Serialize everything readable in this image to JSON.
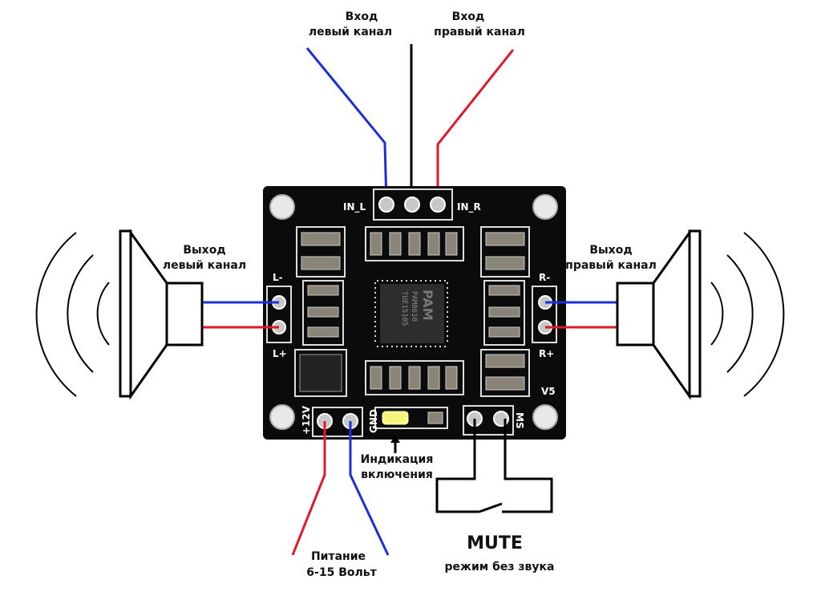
{
  "labels": {
    "input_left": [
      "Вход",
      "левый канал"
    ],
    "input_right": [
      "Вход",
      "правый канал"
    ],
    "output_left": [
      "Выход",
      "левый канал"
    ],
    "output_right": [
      "Выход",
      "правый канал"
    ],
    "power_indicator": [
      "Индикация",
      "включения"
    ],
    "power": [
      "Питание",
      "6-15 Вольт"
    ],
    "mute_title": "MUTE",
    "mute_subtitle": "режим без звука"
  },
  "board": {
    "silkscreen": {
      "in_l": "IN_L",
      "in_r": "IN_R",
      "l_minus": "L-",
      "l_plus": "L+",
      "r_minus": "R-",
      "r_plus": "R+",
      "v12": "+12V",
      "gnd": "GND",
      "ms": "MS",
      "v5": "V5"
    },
    "chip": {
      "logo": "PAM",
      "model": "PAM8610",
      "code": "TUE15105"
    }
  },
  "colors": {
    "left_wire": "#1a2fd6",
    "right_wire": "#e0182a",
    "ground_wire": "#000000",
    "led": "#f4f47a",
    "board": "#0b0b0b"
  }
}
